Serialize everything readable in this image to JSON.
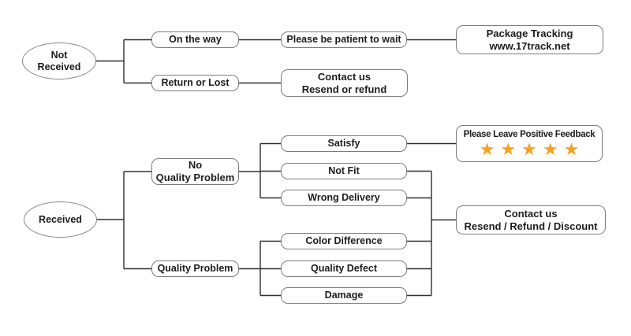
{
  "colors": {
    "star": "#F5A01E",
    "box_border": "#7d7d7d",
    "connector": "#2e2e2e"
  },
  "nodes": {
    "not_received": "Not\nReceived",
    "on_the_way": "On the way",
    "be_patient": "Please be patient to wait",
    "package_tracking": "Package Tracking\nwww.17track.net",
    "return_or_lost": "Return or Lost",
    "contact_top": "Contact us\nResend or refund",
    "received": "Received",
    "no_quality_problem": "No\nQuality Problem",
    "satisfy": "Satisfy",
    "not_fit": "Not Fit",
    "wrong_delivery": "Wrong Delivery",
    "feedback_title": "Please Leave Positive Feedback",
    "feedback_stars": "★★★★★",
    "quality_problem": "Quality Problem",
    "color_difference": "Color Difference",
    "quality_defect": "Quality Defect",
    "damage": "Damage",
    "contact_bottom": "Contact us\nResend / Refund / Discount"
  }
}
